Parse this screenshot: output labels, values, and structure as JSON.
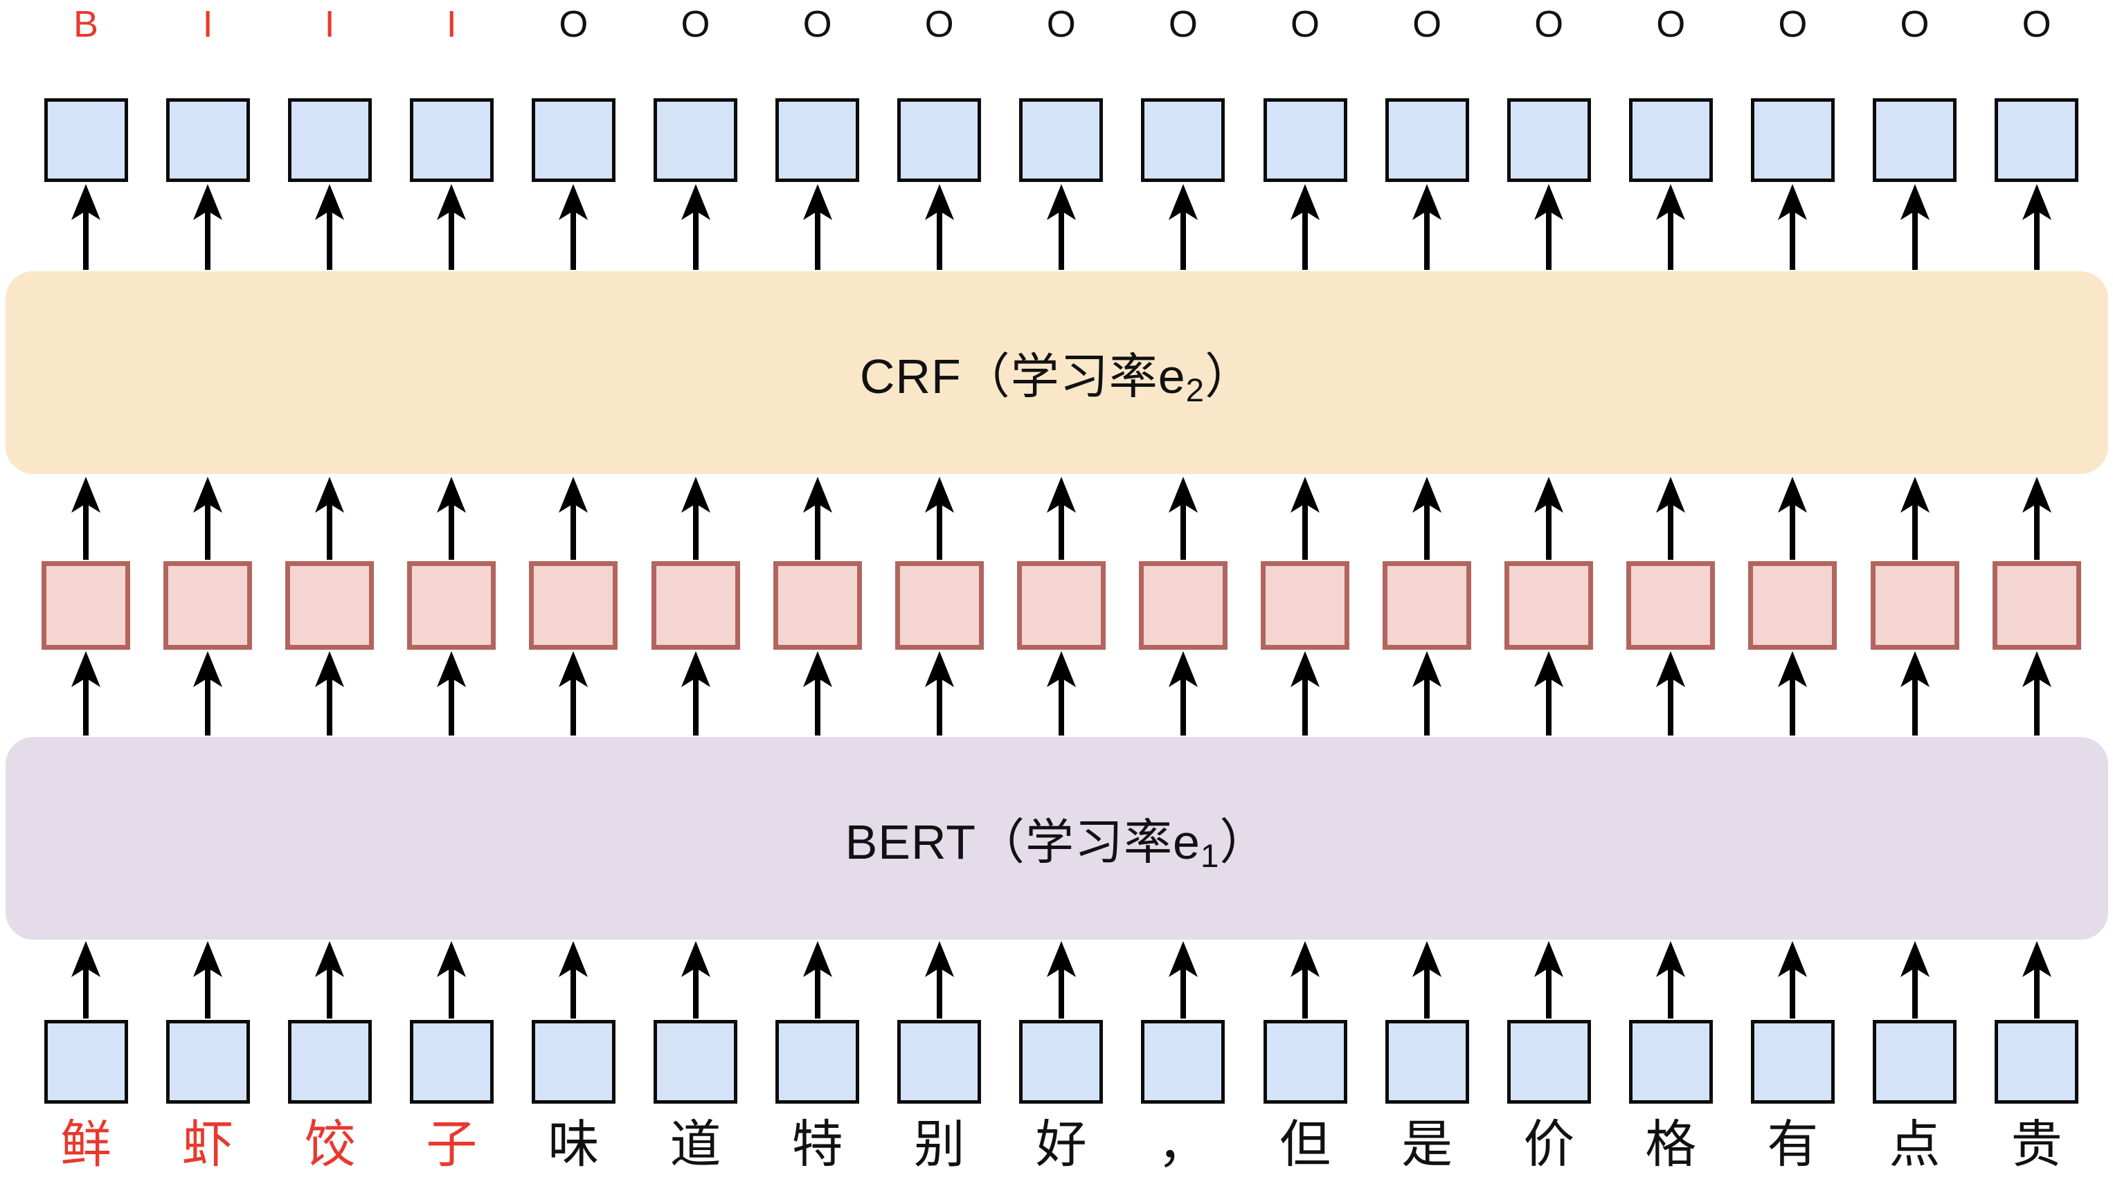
{
  "tag_row": {
    "labels": [
      "B",
      "I",
      "I",
      "I",
      "O",
      "O",
      "O",
      "O",
      "O",
      "O",
      "O",
      "O",
      "O",
      "O",
      "O",
      "O",
      "O"
    ],
    "entity_count": 4
  },
  "crf": {
    "prefix": "CRF（学习率e",
    "subscript": "2",
    "suffix": "）"
  },
  "bert": {
    "prefix": "BERT（学习率e",
    "subscript": "1",
    "suffix": "）"
  },
  "token_row": {
    "tokens": [
      "鲜",
      "虾",
      "饺",
      "子",
      "味",
      "道",
      "特",
      "别",
      "好",
      "，",
      "但",
      "是",
      "价",
      "格",
      "有",
      "点",
      "贵"
    ],
    "entity_count": 4
  },
  "colors": {
    "entity_red": "#e8392e",
    "text_black": "#111111",
    "output_box_fill": "#d4e3f7",
    "output_box_border": "#0b0b0b",
    "hidden_box_fill": "#f4d5d1",
    "hidden_box_border": "#b2655e",
    "input_box_fill": "#d4e3f7",
    "input_box_border": "#0b0b0b",
    "crf_band_fill": "#fae7c9",
    "bert_band_fill": "#e5dcea",
    "arrow": "#000000"
  }
}
